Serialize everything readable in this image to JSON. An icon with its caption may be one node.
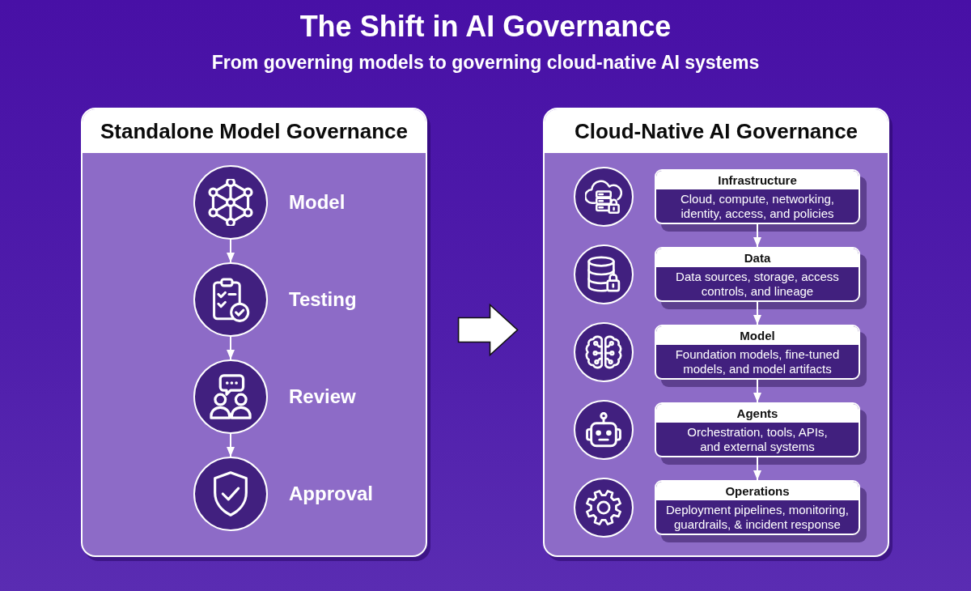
{
  "diagram": {
    "title": "The Shift in AI Governance",
    "nodes": [
      {
        "text": [
          "Standalone Model Governance"
        ]
      },
      {
        "text": [],
        "shape": "circle",
        "in": 0,
        "beside": [
          "Model"
        ]
      },
      {
        "text": [],
        "shape": "circle",
        "in": 0,
        "beside": [
          "Testing"
        ]
      },
      {
        "text": [],
        "shape": "circle",
        "in": 0,
        "beside": [
          "Review"
        ]
      },
      {
        "text": [],
        "shape": "circle",
        "in": 0,
        "beside": [
          "Approval"
        ]
      },
      {
        "text": [
          "Cloud-Native AI Governance"
        ]
      },
      {
        "text": [],
        "shape": "circle",
        "in": 5
      },
      {
        "text": [
          "Infrastructure",
          "Cloud, compute, networking, identity, access, and policies"
        ],
        "in": 5
      },
      {
        "text": [],
        "shape": "circle",
        "in": 5
      },
      {
        "text": [
          "Data",
          "Data sources, storage, access controls, and lineage"
        ],
        "in": 5
      },
      {
        "text": [],
        "shape": "circle",
        "in": 5
      },
      {
        "text": [
          "Model",
          "Foundation models, fine-tuned models, and model artifacts"
        ],
        "in": 5
      },
      {
        "text": [],
        "shape": "circle",
        "in": 5
      },
      {
        "text": [
          "Agents",
          "Orchestration, tools, APIs, and external systems"
        ],
        "in": 5
      },
      {
        "text": [],
        "shape": "circle",
        "in": 5
      },
      {
        "text": [
          "Operations",
          "Deployment pipelines, monitoring, guardrails, & incident response"
        ],
        "in": 5
      }
    ],
    "edges": [
      {
        "from": 1,
        "to": 2,
        "arrow": "to"
      },
      {
        "from": 2,
        "to": 3,
        "arrow": "to"
      },
      {
        "from": 3,
        "to": 4,
        "arrow": "to"
      },
      {
        "from": 0,
        "to": 5,
        "arrow": "to",
        "style": "thick"
      },
      {
        "from": 7,
        "to": 9,
        "arrow": "to"
      },
      {
        "from": 9,
        "to": 11,
        "arrow": "to"
      },
      {
        "from": 11,
        "to": 13,
        "arrow": "to"
      },
      {
        "from": 13,
        "to": 15,
        "arrow": "to"
      }
    ],
    "labels": [
      "From governing models to governing cloud-native AI systems"
    ]
  }
}
